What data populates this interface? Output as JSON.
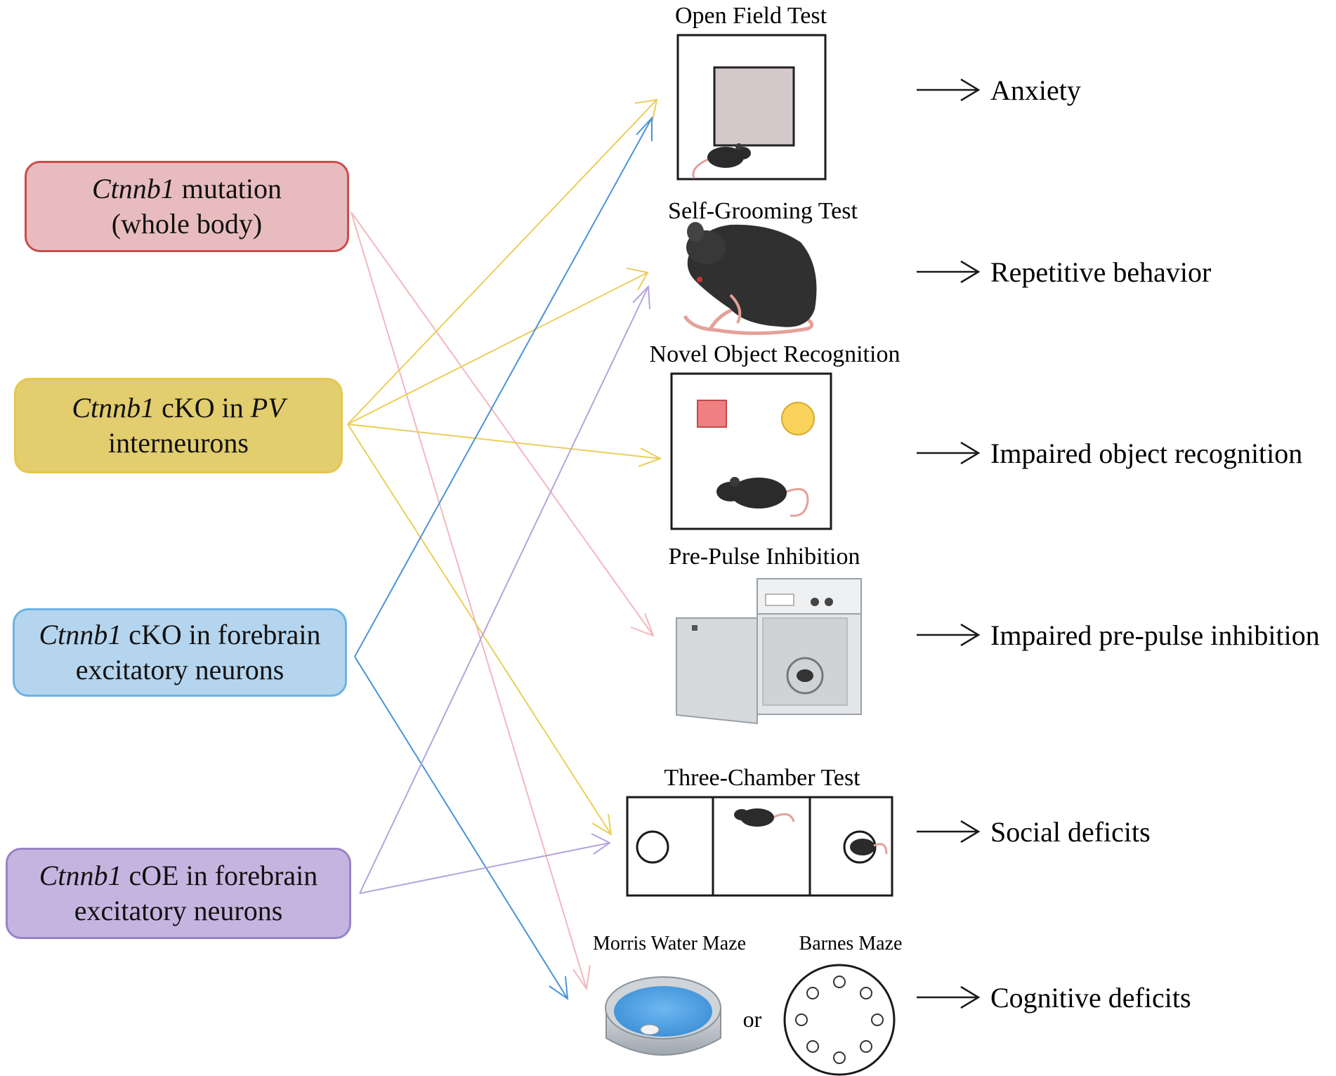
{
  "groups": [
    {
      "id": "whole",
      "line1_italic": "Ctnnb1",
      "line1_rest": " mutation",
      "line2": "(whole body)",
      "fill": "#e8bcbe",
      "border": "#cc4b4b",
      "arrow_color": "#f2b8bd"
    },
    {
      "id": "pv",
      "line1_italic": "Ctnnb1",
      "line1_mid": " cKO in ",
      "line1_italic2": "PV",
      "line2": "interneurons",
      "fill": "#e2cd6f",
      "border": "#e6c74e",
      "arrow_color": "#e9cf5c"
    },
    {
      "id": "cko",
      "line1_italic": "Ctnnb1",
      "line1_rest": " cKO in forebrain",
      "line2": "excitatory neurons",
      "fill": "#b5d5ee",
      "border": "#6cb3e4",
      "arrow_color": "#4a93d8"
    },
    {
      "id": "coe",
      "line1_italic": "Ctnnb1",
      "line1_rest": " cOE in forebrain",
      "line2": "excitatory neurons",
      "fill": "#c6b4e0",
      "border": "#9783c4",
      "arrow_color": "#b4a4dc"
    }
  ],
  "tests": {
    "open_field": "Open Field Test",
    "self_grooming": "Self-Grooming Test",
    "novel_object": "Novel Object Recognition",
    "pre_pulse": "Pre-Pulse Inhibition",
    "three_chamber": "Three-Chamber Test",
    "morris": "Morris Water Maze",
    "barnes": "Barnes Maze",
    "or": "or"
  },
  "outcomes": {
    "anxiety": "Anxiety",
    "repetitive": "Repetitive behavior",
    "object": "Impaired object recognition",
    "prepulse": "Impaired pre-pulse inhibition",
    "social": "Social deficits",
    "cognitive": "Cognitive deficits"
  },
  "links": [
    {
      "from": "whole",
      "to": "pre_pulse"
    },
    {
      "from": "whole",
      "to": "morris_barnes"
    },
    {
      "from": "pv",
      "to": "open_field"
    },
    {
      "from": "pv",
      "to": "self_grooming"
    },
    {
      "from": "pv",
      "to": "novel_object"
    },
    {
      "from": "pv",
      "to": "three_chamber"
    },
    {
      "from": "cko",
      "to": "open_field"
    },
    {
      "from": "cko",
      "to": "morris_barnes"
    },
    {
      "from": "coe",
      "to": "self_grooming"
    },
    {
      "from": "coe",
      "to": "three_chamber"
    }
  ]
}
